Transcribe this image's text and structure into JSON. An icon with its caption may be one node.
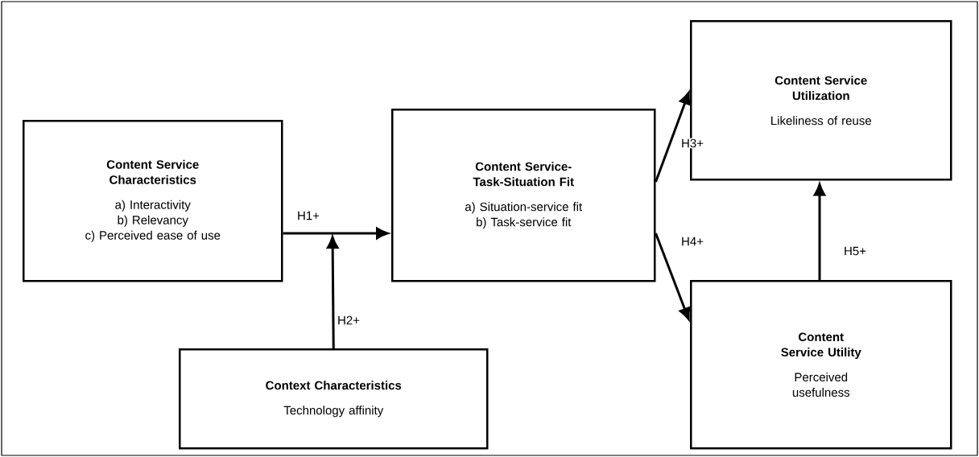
{
  "diagram": {
    "nodes": [
      {
        "text": [
          "Content Service Characteristics",
          "a) Interactivity",
          "b) Relevancy",
          "c) Perceived ease of use"
        ]
      },
      {
        "text": [
          "Content Service-Task-Situation Fit",
          "a) Situation-service fit",
          "b) Task-service fit"
        ]
      },
      {
        "text": [
          "Context Characteristics",
          "Technology affinity"
        ]
      },
      {
        "text": [
          "Content Service Utilization",
          "Likeliness of reuse"
        ]
      },
      {
        "text": [
          "Content Service Utility",
          "Perceived usefulness"
        ]
      }
    ],
    "edges": [
      {
        "from": 0,
        "to": 1,
        "arrow": "to",
        "label": "H1+"
      },
      {
        "from": 2,
        "to": null,
        "arrow": "to",
        "label": "H2+"
      },
      {
        "from": 1,
        "to": 3,
        "arrow": "to",
        "label": "H3+"
      },
      {
        "from": 1,
        "to": 4,
        "arrow": "to",
        "label": "H4+"
      },
      {
        "from": 4,
        "to": 3,
        "arrow": "to",
        "label": "H5+"
      }
    ]
  }
}
